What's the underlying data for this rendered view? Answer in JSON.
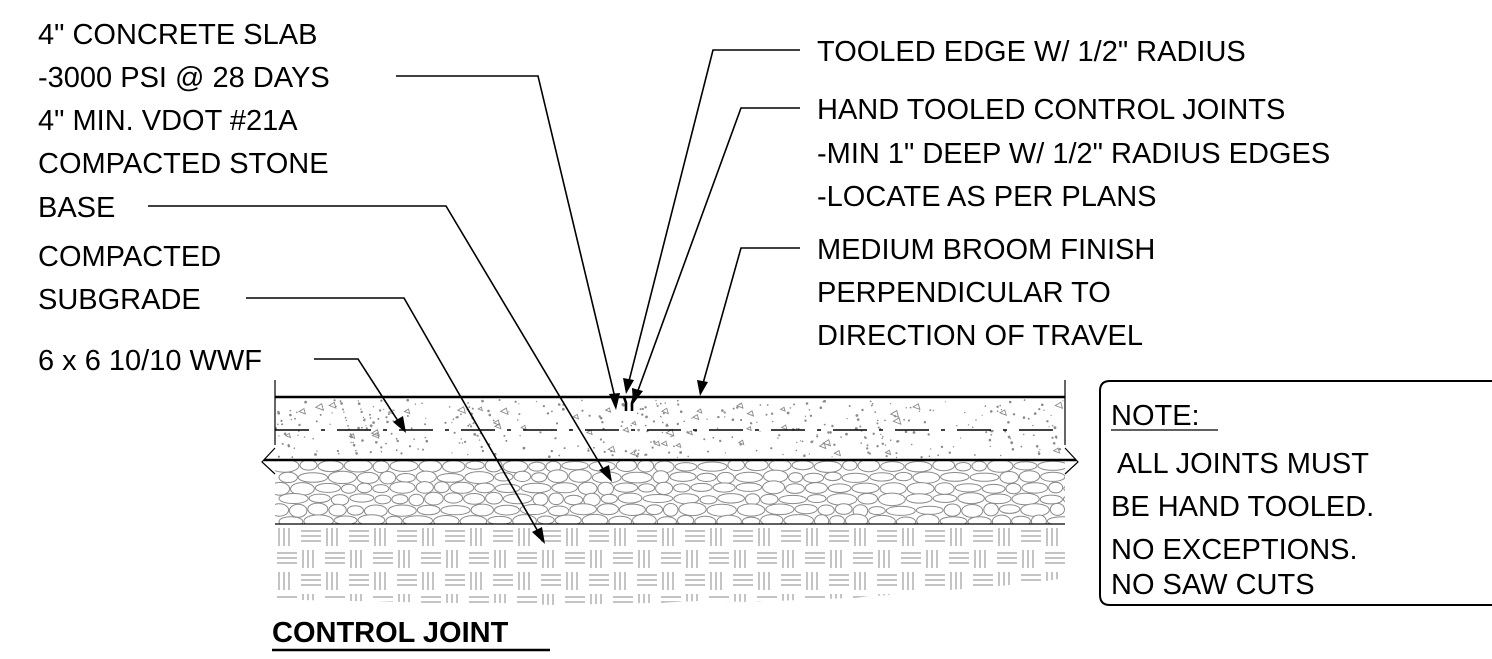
{
  "title": "CONTROL JOINT",
  "left_labels": {
    "slab": [
      "4\" CONCRETE SLAB",
      "-3000 PSI @ 28 DAYS"
    ],
    "stone_base": [
      "4\" MIN. VDOT #21A",
      "COMPACTED STONE",
      "BASE"
    ],
    "subgrade": [
      "COMPACTED",
      "SUBGRADE"
    ],
    "wwf": [
      "6 x 6 10/10 WWF"
    ]
  },
  "right_labels": {
    "tooled_edge": [
      "TOOLED EDGE W/ 1/2\" RADIUS"
    ],
    "control_joints": [
      "HAND TOOLED CONTROL JOINTS",
      "-MIN 1\" DEEP W/ 1/2\" RADIUS EDGES",
      "-LOCATE AS PER PLANS"
    ],
    "broom_finish": [
      "MEDIUM BROOM FINISH",
      "PERPENDICULAR TO",
      "DIRECTION OF TRAVEL"
    ]
  },
  "note": {
    "heading": "NOTE:",
    "lines": [
      "ALL JOINTS MUST",
      "BE HAND TOOLED.",
      "NO EXCEPTIONS.",
      "NO SAW CUTS"
    ]
  },
  "colors": {
    "ink": "#000000",
    "hatch": "#8a8a8a",
    "paper": "#ffffff"
  }
}
